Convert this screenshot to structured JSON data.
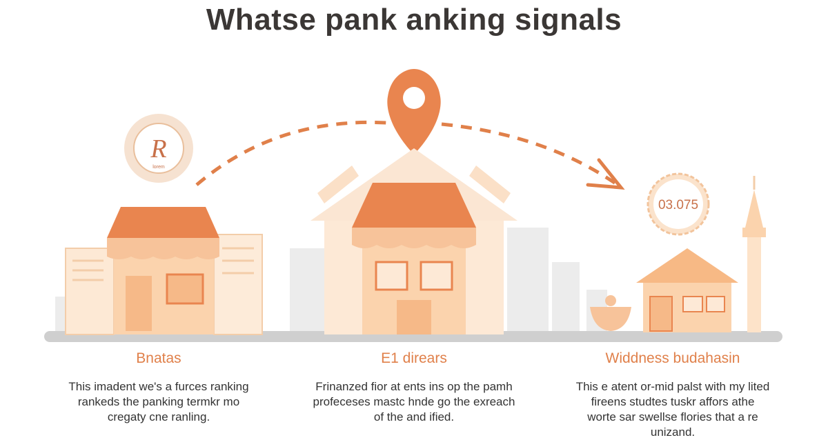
{
  "header": {
    "title": "Whatse pank anking signals"
  },
  "badges": {
    "seal": "R",
    "seal_small": "lorem",
    "value": "03.075"
  },
  "columns": [
    {
      "heading": "Bnatas",
      "lines": [
        "This imadent we's a furces ranking",
        "rankeds the panking termkr mo",
        "cregaty cne ranling."
      ]
    },
    {
      "heading": "E1 direars",
      "lines": [
        "Frinanzed fior at ents ins op the pamh",
        "profeceses mastc hnde go the exreach",
        "of the and ified."
      ]
    },
    {
      "heading": "Widdness budahasin",
      "lines": [
        "This e atent or-mid palst with my lited",
        "fireens studtes tuskr affors athe",
        "worte sar swellse flories that a re",
        "unizand."
      ]
    }
  ],
  "colors": {
    "accent": "#e0804a",
    "awning_dark": "#e9854f",
    "awning_light": "#f7c39a",
    "building": "#fbd3ad",
    "text": "#3b3735"
  }
}
